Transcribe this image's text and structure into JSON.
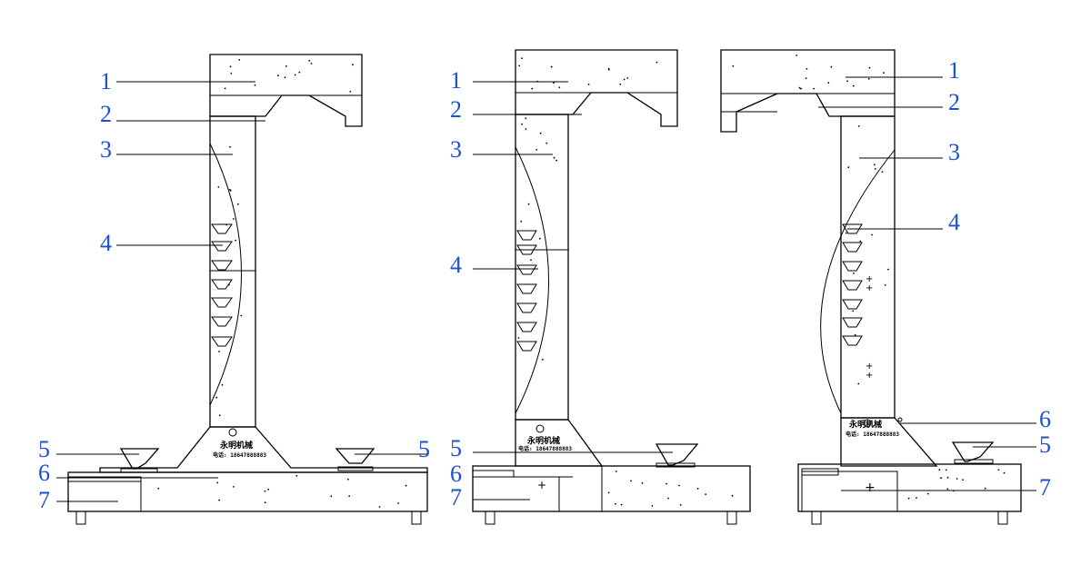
{
  "diagram": {
    "background": "#ffffff",
    "label_color": "#1a4fd6",
    "line_color": "#000000",
    "brand_text": "永明机械",
    "phone_text": "电话: 18647888883",
    "machines": [
      {
        "labels": [
          "1",
          "2",
          "3",
          "4",
          "5",
          "5",
          "6",
          "7"
        ]
      },
      {
        "labels": [
          "1",
          "2",
          "3",
          "4",
          "5",
          "6",
          "7"
        ]
      },
      {
        "labels": [
          "1",
          "2",
          "3",
          "4",
          "5",
          "6",
          "7"
        ]
      }
    ]
  }
}
